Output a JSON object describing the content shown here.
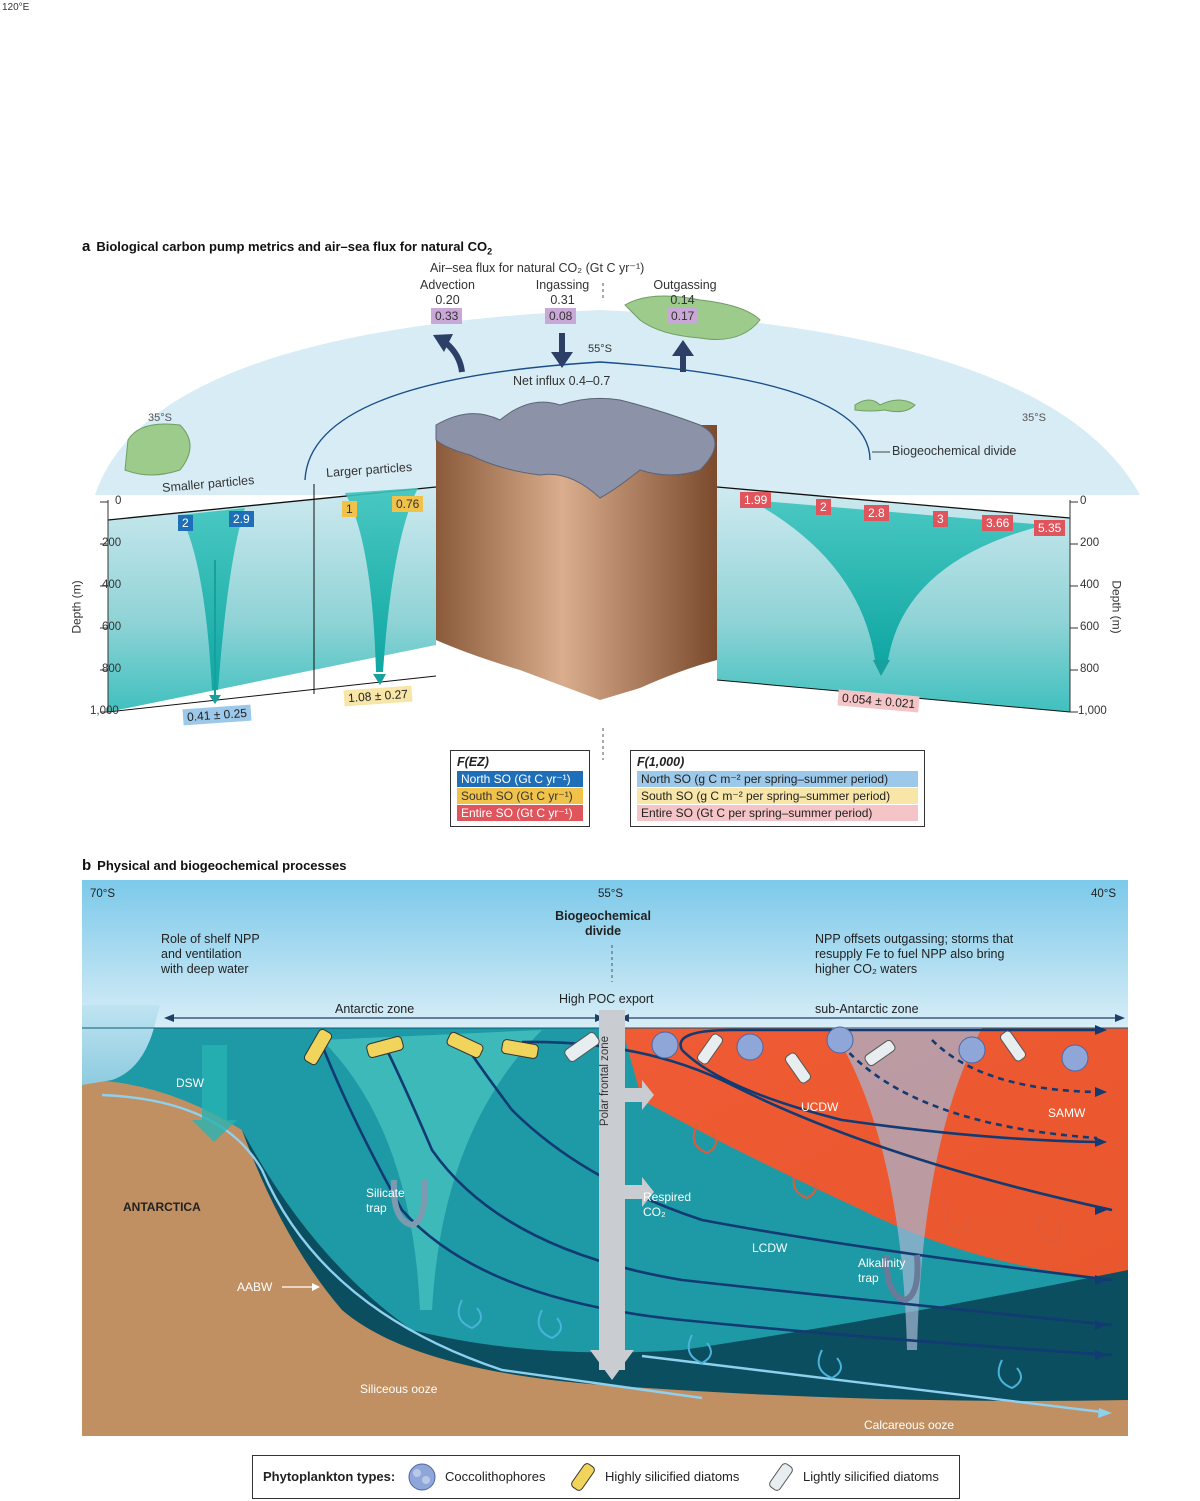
{
  "corner_label": "120°E",
  "panel_a": {
    "letter": "a",
    "title": "Biological carbon pump metrics and air–sea flux for natural CO",
    "title_sub": "2",
    "flux_header": "Air–sea flux for natural CO₂ (Gt C yr⁻¹)",
    "advection": {
      "label": "Advection",
      "value": "0.20",
      "boxed": "0.33"
    },
    "ingassing": {
      "label": "Ingassing",
      "value": "0.31",
      "boxed": "0.08"
    },
    "outgassing": {
      "label": "Outgassing",
      "value": "0.14",
      "boxed": "0.17"
    },
    "lat_55": "55°S",
    "lat_35_left": "35°S",
    "lat_35_right": "35°S",
    "net_influx": "Net influx 0.4–0.7",
    "biogeochemical_divide": "Biogeochemical divide",
    "smaller_particles": "Smaller particles",
    "larger_particles": "Larger particles",
    "north_values": [
      "2",
      "2.9"
    ],
    "south_values": [
      "1",
      "0.76"
    ],
    "entire_values": [
      "1.99",
      "2",
      "2.8",
      "3",
      "3.66",
      "5.35"
    ],
    "north_f1000": "0.41 ± 0.25",
    "south_f1000": "1.08 ± 0.27",
    "entire_f1000": "0.054 ± 0.021",
    "depth_axis_label": "Depth (m)",
    "depth_ticks": [
      "0",
      "200",
      "400",
      "600",
      "800",
      "1,000"
    ],
    "legend_fez": {
      "title": "F(EZ)",
      "rows": [
        "North SO (Gt C yr⁻¹)",
        "South SO (Gt C yr⁻¹)",
        "Entire SO (Gt C yr⁻¹)"
      ]
    },
    "legend_f1000": {
      "title": "F(1,000)",
      "rows": [
        "North SO (g C m⁻² per spring–summer period)",
        "South SO (g C m⁻² per spring–summer period)",
        "Entire SO (Gt C per spring–summer period)"
      ]
    }
  },
  "panel_b": {
    "letter": "b",
    "title": "Physical and biogeochemical processes",
    "lat_70": "70°S",
    "lat_55": "55°S",
    "lat_40": "40°S",
    "biogeochemical_divide": [
      "Biogeochemical",
      "divide"
    ],
    "shelf_text": [
      "Role of shelf NPP",
      "and ventilation",
      "with deep water"
    ],
    "npp_text": [
      "NPP offsets outgassing; storms that",
      "resupply Fe to fuel NPP also bring",
      "higher CO₂ waters"
    ],
    "high_poc": "High POC export",
    "antarctic_zone": "Antarctic zone",
    "subantarctic_zone": "sub-Antarctic zone",
    "polar_frontal_zone": "Polar frontal zone",
    "dsw": "DSW",
    "antarctica": "ANTARCTICA",
    "silicate_trap": [
      "Silicate",
      "trap"
    ],
    "respired_co2": [
      "Respired",
      "CO₂"
    ],
    "lcdw": "LCDW",
    "ucdw": "UCDW",
    "samw": "SAMW",
    "alkalinity_trap": [
      "Alkalinity",
      "trap"
    ],
    "aabw": "AABW",
    "siliceous_ooze": "Siliceous ooze",
    "calcareous_ooze": "Calcareous ooze"
  },
  "phytoplankton_legend": {
    "title": "Phytoplankton types:",
    "items": [
      "Coccolithophores",
      "Highly silicified diatoms",
      "Lightly silicified diatoms"
    ]
  }
}
